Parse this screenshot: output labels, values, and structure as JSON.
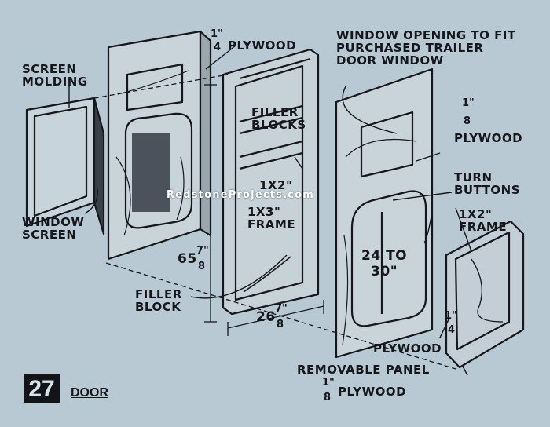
{
  "figure": {
    "number": "27",
    "caption": "DOOR"
  },
  "watermark": "RedstoneProjects.com",
  "labels": {
    "screen_molding": "SCREEN\nMOLDING",
    "window_screen": "WINDOW\nSCREEN",
    "plywood_quarter_top": "PLYWOOD",
    "filler_blocks": "FILLER\nBLOCKS",
    "frame_1x2": "1X2\"",
    "frame_1x3": "1X3\"\nFRAME",
    "window_opening": "WINDOW OPENING TO FIT\nPURCHASED TRAILER\nDOOR WINDOW",
    "plywood_eighth_right": "PLYWOOD",
    "turn_buttons": "TURN\nBUTTONS",
    "frame_1x2_panel": "1X2\"\nFRAME",
    "opening_size": "24 TO\n30\"",
    "filler_block": "FILLER\nBLOCK",
    "plywood_quarter_panel": "PLYWOOD",
    "removable_panel": "REMOVABLE PANEL",
    "plywood_eighth_bottom": "PLYWOOD"
  },
  "dimensions": {
    "height_whole": "65",
    "width_whole": "26",
    "seven": "7\"",
    "eight": "8",
    "one": "1\"",
    "four": "4",
    "eighth_num": "1\"",
    "eighth_den": "8"
  },
  "colors": {
    "background": "#b9c9d3",
    "ink": "#15171c",
    "badge": "#121418"
  }
}
